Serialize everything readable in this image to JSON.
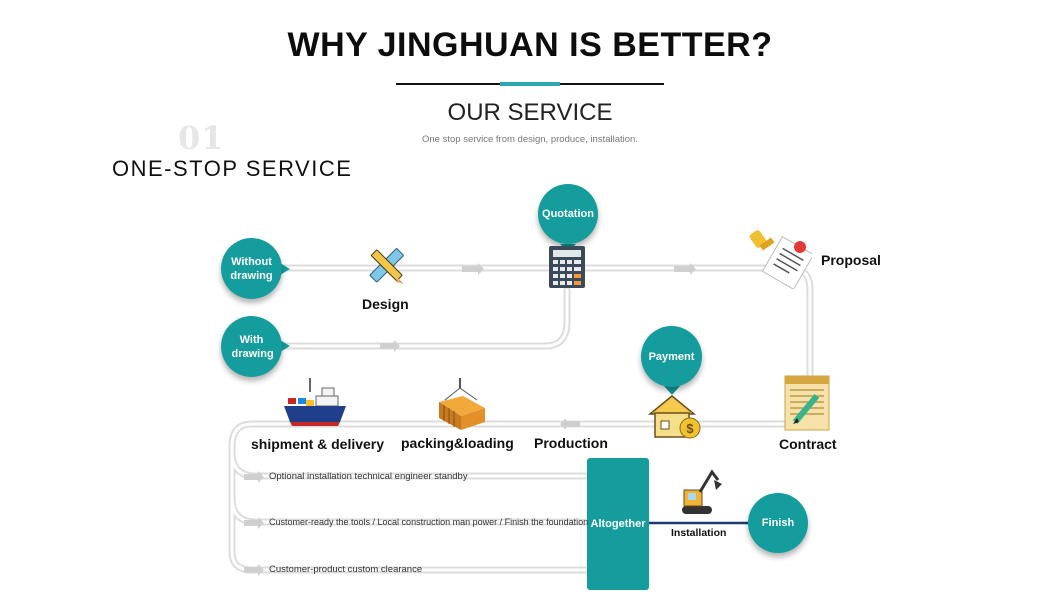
{
  "header": {
    "title": "WHY JINGHUAN IS BETTER?",
    "section_title": "OUR SERVICE",
    "section_subtitle": "One stop service from design, produce, installation."
  },
  "left_heading": {
    "number": "01",
    "label": "ONE-STOP SERVICE"
  },
  "flow": {
    "without_drawing": "Without drawing",
    "with_drawing": "With drawing",
    "design": "Design",
    "quotation": "Quotation",
    "proposal": "Proposal",
    "contract": "Contract",
    "payment": "Payment",
    "production": "Production",
    "packing": "packing&loading",
    "shipment": "shipment & delivery",
    "altogether": "Altogether",
    "installation": "Installation",
    "finish": "Finish",
    "options": [
      "Optional installation technical engineer standby",
      "Customer-ready the tools / Local construction man power / Finish the foundation",
      "Customer-product custom clearance"
    ]
  },
  "colors": {
    "accent": "#159c9c",
    "title_accent": "#2aa7b0",
    "path": "#e4e4e4"
  },
  "icons": [
    "ruler-pencil-icon",
    "calculator-icon",
    "stamp-document-icon",
    "contract-pen-icon",
    "house-money-icon",
    "container-crane-icon",
    "cargo-ship-icon",
    "excavator-icon"
  ]
}
